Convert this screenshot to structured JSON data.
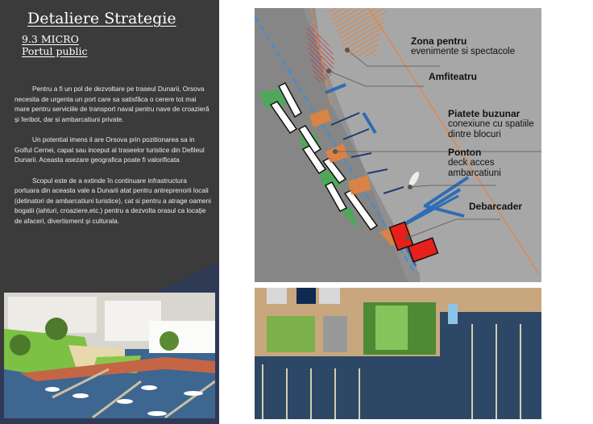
{
  "header": {
    "title": "Detaliere Strategie",
    "subtitle_line1": "9.3 MICRO",
    "subtitle_line2": "Portul public"
  },
  "paragraphs": [
    "Pentru a fi un pol de dezvoltare pe traseul Dunarii, Orsova necesita de urgenta un port care sa satisfăca o cerere tot mai mare pentru serviciile de transport naval pentru nave de croazieră și feribot, dar si ambarcatiuni private.",
    "Un potential imens il are Orsova prin pozitionarea sa in Golful Cernei, capat sau inceput al traseelor turistice din Defileul Dunarii. Aceasta asezare geografica poate fi valorificata",
    "Scopul este de a extinde în continuare infrastructura portuara din aceasta vale a Dunarii atat pentru antreprenorii locali (detinatori de ambarcatiuni turistice), cat si pentru a atrage oameni bogatii (iahturi, croaziere,etc.) pentru a dezvolta orasul ca locație de afaceri, divertisment și culturala."
  ],
  "map_labels": {
    "zona_title": "Zona pentru",
    "zona_desc": "evenimente si spectacole",
    "amfiteatru": "Amfiteatru",
    "piatete_title": "Piatete buzunar",
    "piatete_desc1": "conexiune cu spatiile",
    "piatete_desc2": "dintre blocuri",
    "ponton_title": "Ponton",
    "ponton_desc1": "deck acces",
    "ponton_desc2": "ambarcatiuni",
    "debarcader": "Debarcader"
  },
  "colors": {
    "panel": "#3b3b3b",
    "navy": "#2f3a55",
    "orange": "#e8833a",
    "blue": "#2e6db3",
    "green": "#4fa85a",
    "red": "#e8201c"
  }
}
